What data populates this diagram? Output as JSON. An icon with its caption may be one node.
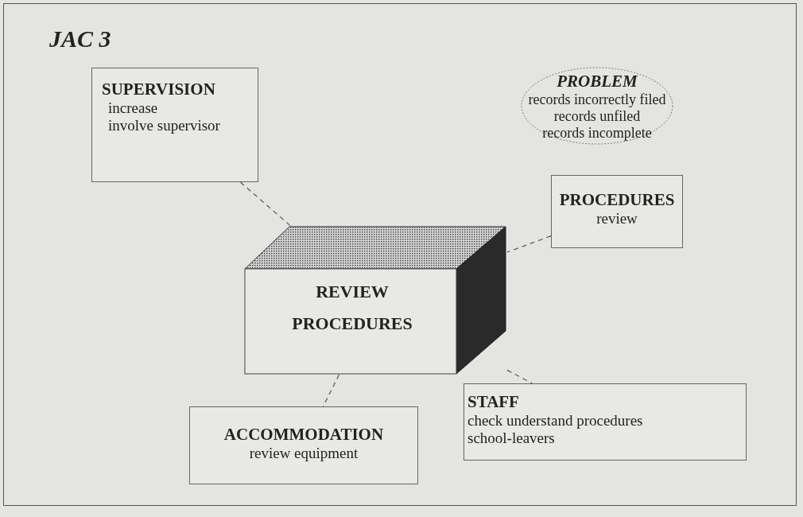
{
  "diagram": {
    "title": "JAC 3",
    "nodes": [
      {
        "text": [
          "PROBLEM",
          "records incorrectly filed",
          "records unfiled",
          "records incomplete"
        ]
      },
      {
        "text": [
          "SUPERVISION",
          "increase",
          "involve supervisor"
        ]
      },
      {
        "text": [
          "REVIEW PROCEDURES"
        ]
      },
      {
        "text": [
          "PROCEDURES",
          "review"
        ]
      },
      {
        "text": [
          "ACCOMMODATION",
          "review equipment"
        ]
      },
      {
        "text": [
          "STAFF",
          "check understand procedures",
          "school-leavers"
        ]
      }
    ],
    "edges": [
      {
        "from": 1,
        "to": 2,
        "arrow": "none",
        "style": "dashed"
      },
      {
        "from": 3,
        "to": 2,
        "arrow": "none",
        "style": "dashed"
      },
      {
        "from": 2,
        "to": 4,
        "arrow": "none",
        "style": "dashed"
      },
      {
        "from": 2,
        "to": 5,
        "arrow": "none",
        "style": "dashed"
      }
    ]
  }
}
